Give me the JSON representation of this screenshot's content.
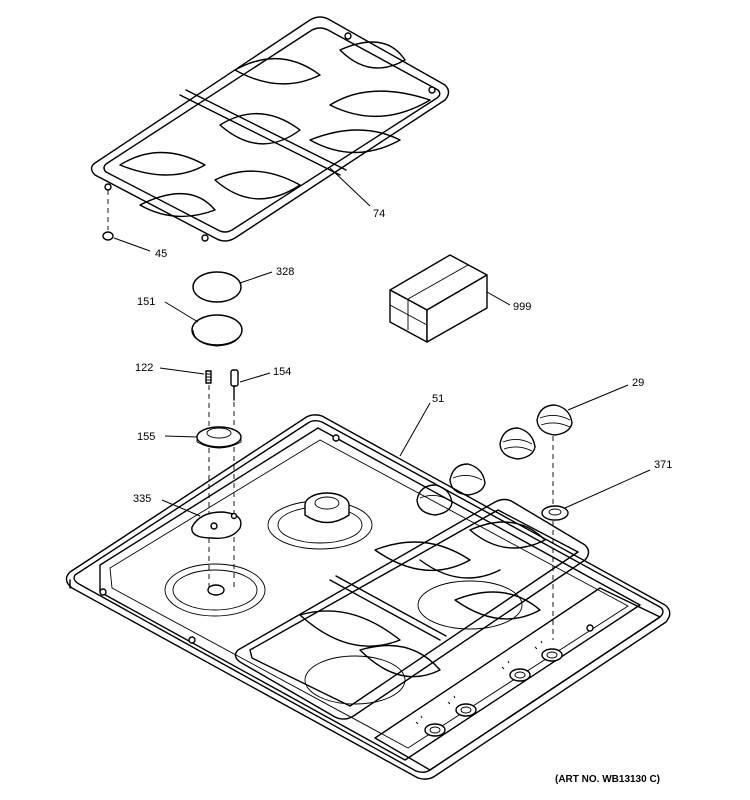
{
  "callouts": {
    "grate": "74",
    "grate_foot": "45",
    "cap_upper": "328",
    "cap_lower": "151",
    "screw": "122",
    "electrode": "154",
    "burner_head": "155",
    "burner_base": "335",
    "box": "999",
    "cooktop": "51",
    "knob": "29",
    "knob_ring": "371"
  },
  "art_number": "(ART NO. WB13130 C)"
}
